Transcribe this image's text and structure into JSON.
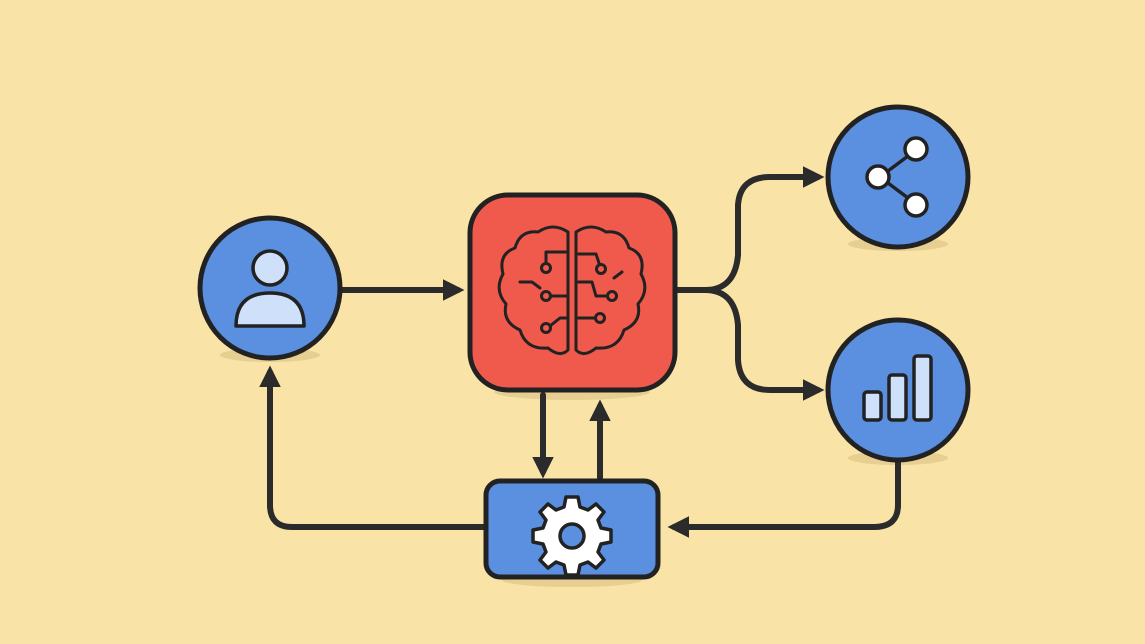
{
  "diagram": {
    "background": "#f9e3a6",
    "colors": {
      "outline": "#222222",
      "connector": "#2b2b2b",
      "node_blue": "#5b8fe0",
      "node_red": "#ef5a4c",
      "icon_light": "#cfe0fb",
      "icon_white": "#ffffff",
      "shadow": "#e7cf92"
    },
    "nodes": [
      {
        "id": "user",
        "shape": "circle",
        "icon": "user-icon",
        "color": "node_blue"
      },
      {
        "id": "ai-core",
        "shape": "rounded-square",
        "icon": "brain-circuit-icon",
        "color": "node_red"
      },
      {
        "id": "share",
        "shape": "circle",
        "icon": "share-icon",
        "color": "node_blue"
      },
      {
        "id": "analytics",
        "shape": "circle",
        "icon": "bar-chart-icon",
        "color": "node_blue"
      },
      {
        "id": "settings",
        "shape": "rounded-rectangle",
        "icon": "gear-icon",
        "color": "node_blue"
      }
    ],
    "connections": [
      {
        "from": "user",
        "to": "ai-core"
      },
      {
        "from": "ai-core",
        "to": "share"
      },
      {
        "from": "ai-core",
        "to": "analytics"
      },
      {
        "from": "ai-core",
        "to": "settings"
      },
      {
        "from": "settings",
        "to": "ai-core"
      },
      {
        "from": "analytics",
        "to": "settings"
      },
      {
        "from": "settings",
        "to": "user"
      }
    ]
  }
}
